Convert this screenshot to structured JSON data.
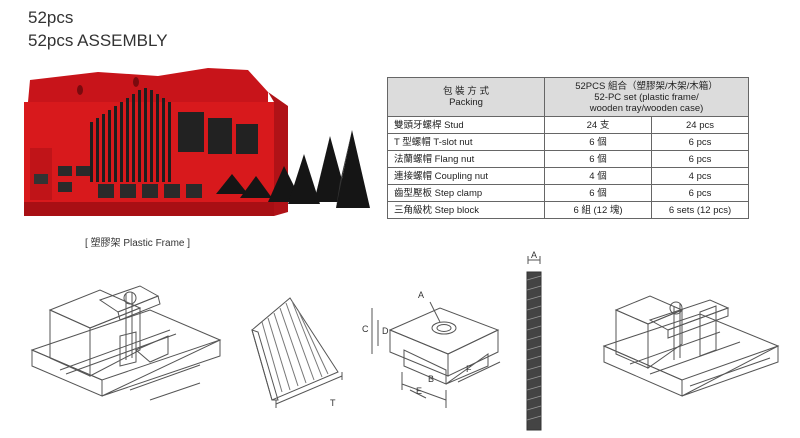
{
  "titles": {
    "line1": "52pcs",
    "line2": "52pcs ASSEMBLY"
  },
  "caption": "[ 塑膠架 Plastic Frame ]",
  "table": {
    "header": {
      "col1": [
        "包 裝 方 式",
        "Packing"
      ],
      "col2": [
        "52PCS 組合（塑膠架/木架/木箱）",
        "52-PC set (plastic frame/",
        "wooden tray/wooden case)"
      ]
    },
    "rows": [
      {
        "name": "雙頭牙螺桿 Stud",
        "qty_cn": "24 支",
        "qty_en": "24 pcs"
      },
      {
        "name": "T 型螺帽 T-slot nut",
        "qty_cn": "6 個",
        "qty_en": "6 pcs"
      },
      {
        "name": "法蘭螺帽 Flang nut",
        "qty_cn": "6 個",
        "qty_en": "6 pcs"
      },
      {
        "name": "連接螺帽 Coupling nut",
        "qty_cn": "4 個",
        "qty_en": "4 pcs"
      },
      {
        "name": "齒型壓板 Step clamp",
        "qty_cn": "6 個",
        "qty_en": "6 pcs"
      },
      {
        "name": "三角級枕 Step block",
        "qty_cn": "6 組 (12 塊)",
        "qty_en": "6 sets (12 pcs)"
      }
    ]
  },
  "dimension_labels": {
    "A": "A",
    "B": "B",
    "C": "C",
    "D": "D",
    "E": "E",
    "F": "F",
    "T": "T",
    "A2": "A"
  },
  "colors": {
    "frame_red": "#d8191c",
    "dark_part": "#1e1e1e",
    "header_gray": "#dcdcdc",
    "line": "#555555"
  }
}
